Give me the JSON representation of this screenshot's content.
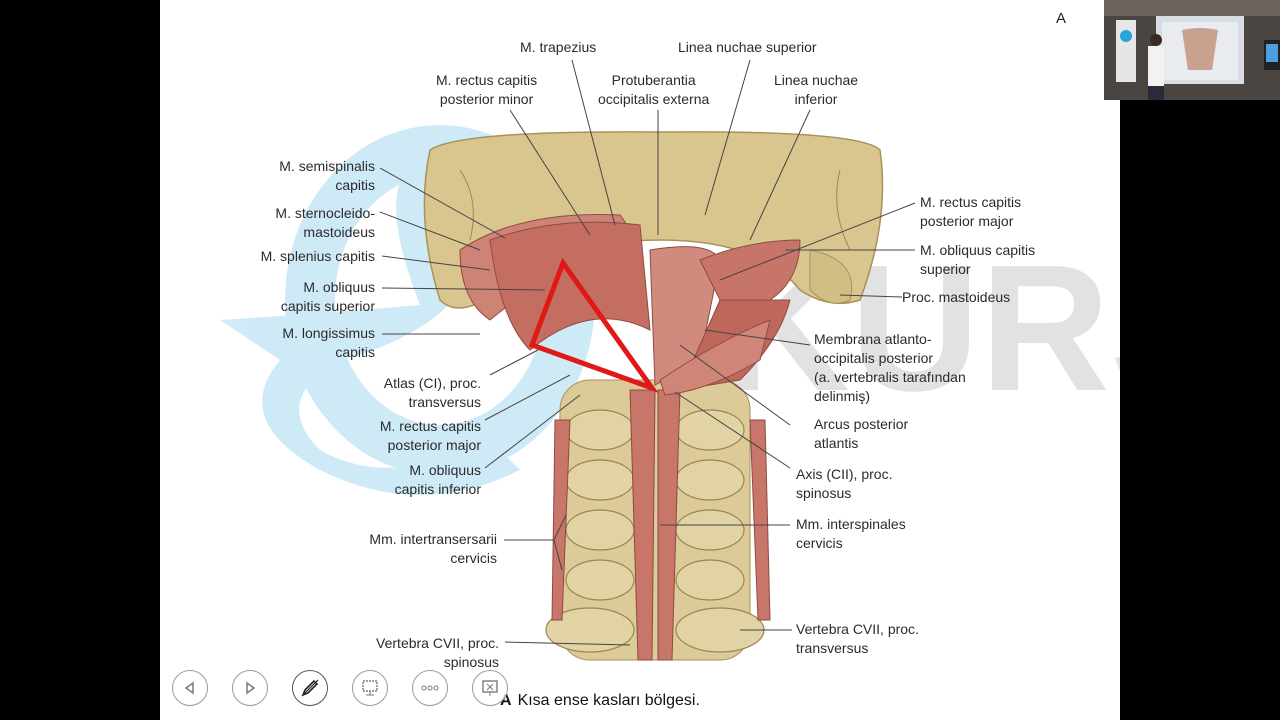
{
  "slide": {
    "corner_letter": "A",
    "caption_prefix": "A",
    "caption_text": "Kısa ense kasları bölgesi.",
    "watermark_text": "KURS"
  },
  "labels": {
    "trapezius": "M. trapezius",
    "linea_sup": "Linea nuchae superior",
    "rect_minor": "M. rectus capitis\nposterior minor",
    "protuberantia": "Protuberantia\noccipitalis externa",
    "linea_inf": "Linea nuchae\ninferior",
    "semispinalis": "M. semispinalis\ncapitis",
    "sterno": "M. sternocleido-\nmastoideus",
    "splenius": "M. splenius capitis",
    "obl_sup_left": "M. obliquus\ncapitis superior",
    "longissimus": "M. longissimus\ncapitis",
    "atlas": "Atlas (CI), proc.\ntransversus",
    "rect_major_left": "M. rectus capitis\nposterior major",
    "obl_inf": "M. obliquus\ncapitis inferior",
    "intertrans": "Mm. intertransersarii\ncervicis",
    "cvii_spin": "Vertebra CVII, proc.\nspinosus",
    "rect_major_right": "M. rectus capitis\nposterior major",
    "obl_sup_right": "M. obliquus capitis\nsuperior",
    "mastoideus": "Proc. mastoideus",
    "membrana": "Membrana atlanto-\noccipitalis posterior\n(a. vertebralis tarafından\ndelinmiş)",
    "arcus": "Arcus posterior\natlantis",
    "axis": "Axis (CII), proc.\nspinosus",
    "interspinales": "Mm. interspinales\ncervicis",
    "cvii_trans": "Vertebra CVII, proc.\ntransversus"
  },
  "controls": [
    {
      "name": "previous-button",
      "icon": "chevron-left-icon"
    },
    {
      "name": "next-button",
      "icon": "chevron-right-icon"
    },
    {
      "name": "pen-button",
      "icon": "pen-icon"
    },
    {
      "name": "screen-button",
      "icon": "monitor-icon"
    },
    {
      "name": "more-button",
      "icon": "more-icon"
    },
    {
      "name": "end-show-button",
      "icon": "close-screen-icon"
    }
  ],
  "colors": {
    "bone": "#d9c68f",
    "muscle": "#c9786b",
    "highlight_triangle": "#e01818",
    "watermark_blue": "#29a3dc",
    "watermark_gray": "#9a9a9a"
  }
}
